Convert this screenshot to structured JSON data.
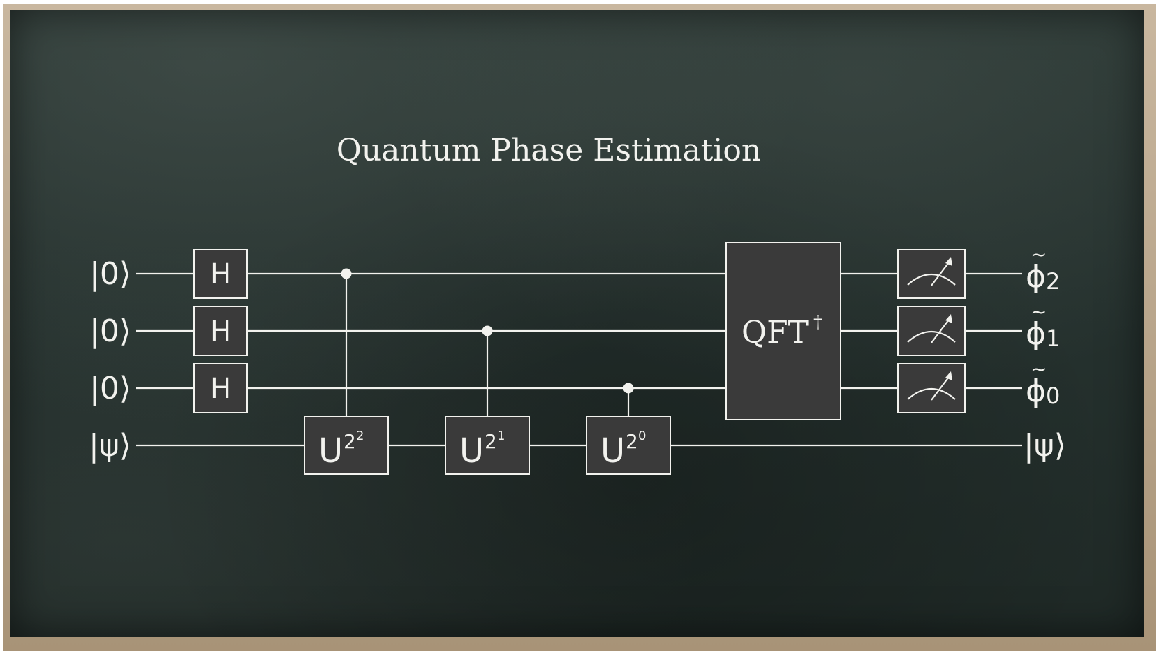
{
  "title": "Quantum Phase Estimation",
  "inputs": [
    "|0⟩",
    "|0⟩",
    "|0⟩",
    "|ψ⟩"
  ],
  "hadamard_label": "H",
  "controlled_gates": [
    {
      "base": "U",
      "exponent_base": "2",
      "exponent_power": "2",
      "control_qubit": 0
    },
    {
      "base": "U",
      "exponent_base": "2",
      "exponent_power": "1",
      "control_qubit": 1
    },
    {
      "base": "U",
      "exponent_base": "2",
      "exponent_power": "0",
      "control_qubit": 2
    }
  ],
  "qft": {
    "label": "QFT",
    "dagger": "†"
  },
  "outputs": [
    {
      "symbol": "ϕ",
      "tilde": "~",
      "sub": "2"
    },
    {
      "symbol": "ϕ",
      "tilde": "~",
      "sub": "1"
    },
    {
      "symbol": "ϕ",
      "tilde": "~",
      "sub": "0"
    },
    {
      "symbol": "|ψ⟩",
      "tilde": "",
      "sub": ""
    }
  ],
  "colors": {
    "chalk": "#f2f2ee",
    "gate_fill": "#3a3a3a",
    "board": "#27332f",
    "frame": "#b8a58a"
  }
}
